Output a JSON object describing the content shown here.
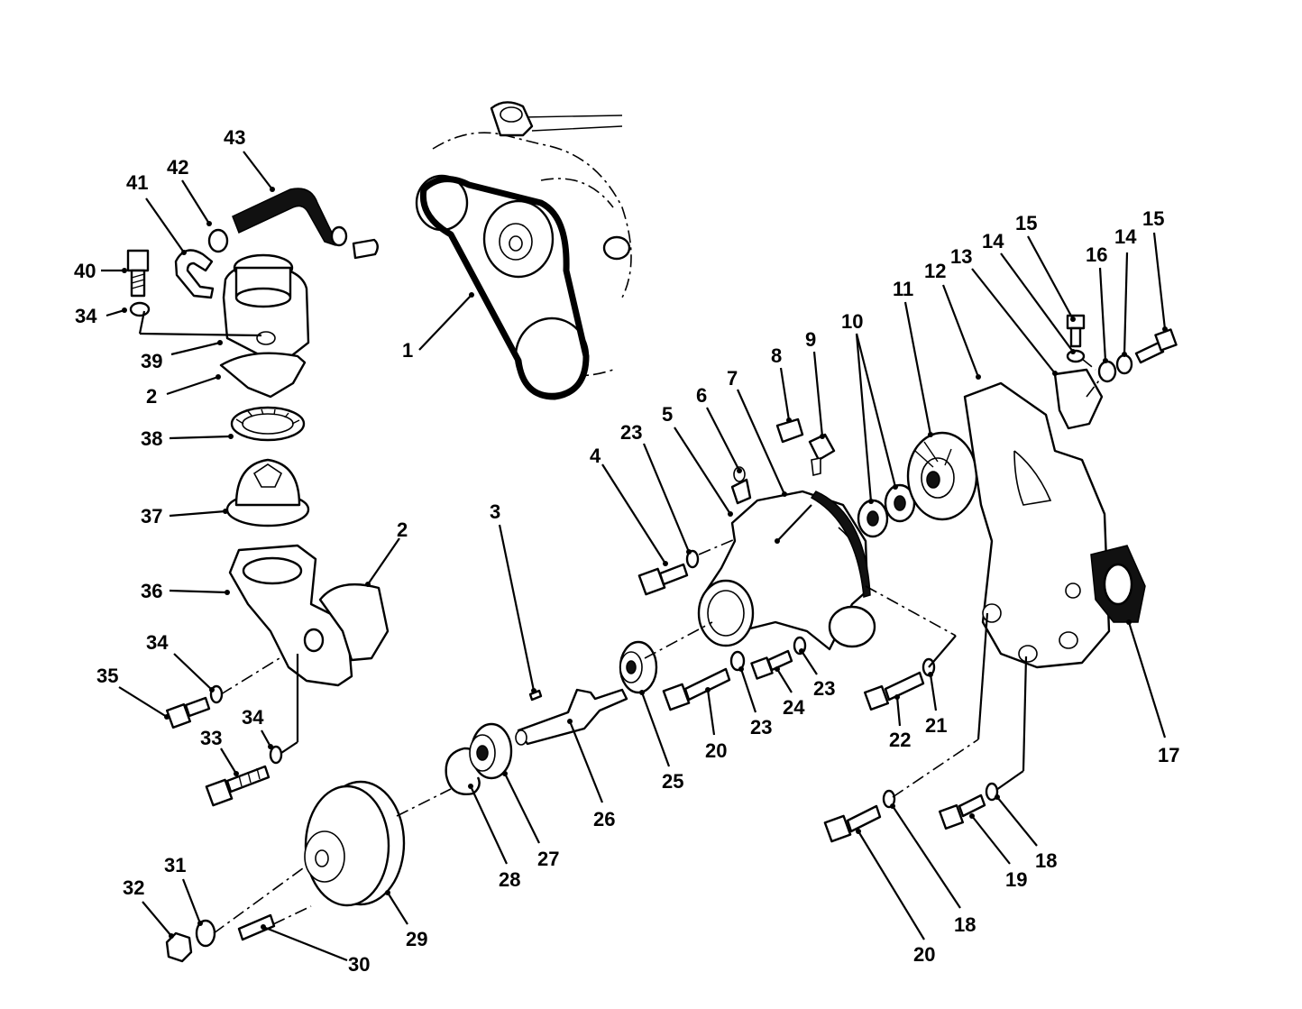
{
  "callouts": [
    {
      "id": "c1",
      "text": "1"
    },
    {
      "id": "c2a",
      "text": "2"
    },
    {
      "id": "c2b",
      "text": "2"
    },
    {
      "id": "c3",
      "text": "3"
    },
    {
      "id": "c4",
      "text": "4"
    },
    {
      "id": "c5",
      "text": "5"
    },
    {
      "id": "c6",
      "text": "6"
    },
    {
      "id": "c7",
      "text": "7"
    },
    {
      "id": "c8",
      "text": "8"
    },
    {
      "id": "c9",
      "text": "9"
    },
    {
      "id": "c10",
      "text": "10"
    },
    {
      "id": "c11",
      "text": "11"
    },
    {
      "id": "c12",
      "text": "12"
    },
    {
      "id": "c13",
      "text": "13"
    },
    {
      "id": "c14a",
      "text": "14"
    },
    {
      "id": "c14b",
      "text": "14"
    },
    {
      "id": "c15a",
      "text": "15"
    },
    {
      "id": "c15b",
      "text": "15"
    },
    {
      "id": "c16",
      "text": "16"
    },
    {
      "id": "c17",
      "text": "17"
    },
    {
      "id": "c18a",
      "text": "18"
    },
    {
      "id": "c18b",
      "text": "18"
    },
    {
      "id": "c19",
      "text": "19"
    },
    {
      "id": "c20a",
      "text": "20"
    },
    {
      "id": "c20b",
      "text": "20"
    },
    {
      "id": "c21",
      "text": "21"
    },
    {
      "id": "c22",
      "text": "22"
    },
    {
      "id": "c23a",
      "text": "23"
    },
    {
      "id": "c23b",
      "text": "23"
    },
    {
      "id": "c23c",
      "text": "23"
    },
    {
      "id": "c24",
      "text": "24"
    },
    {
      "id": "c25",
      "text": "25"
    },
    {
      "id": "c26",
      "text": "26"
    },
    {
      "id": "c27",
      "text": "27"
    },
    {
      "id": "c28",
      "text": "28"
    },
    {
      "id": "c29",
      "text": "29"
    },
    {
      "id": "c30",
      "text": "30"
    },
    {
      "id": "c31",
      "text": "31"
    },
    {
      "id": "c32",
      "text": "32"
    },
    {
      "id": "c33",
      "text": "33"
    },
    {
      "id": "c34a",
      "text": "34"
    },
    {
      "id": "c34b",
      "text": "34"
    },
    {
      "id": "c34c",
      "text": "34"
    },
    {
      "id": "c35",
      "text": "35"
    },
    {
      "id": "c36",
      "text": "36"
    },
    {
      "id": "c37",
      "text": "37"
    },
    {
      "id": "c38",
      "text": "38"
    },
    {
      "id": "c39",
      "text": "39"
    },
    {
      "id": "c40",
      "text": "40"
    },
    {
      "id": "c41",
      "text": "41"
    },
    {
      "id": "c42",
      "text": "42"
    },
    {
      "id": "c43",
      "text": "43"
    }
  ],
  "colors": {
    "ink": "#000000",
    "paper": "#ffffff"
  }
}
